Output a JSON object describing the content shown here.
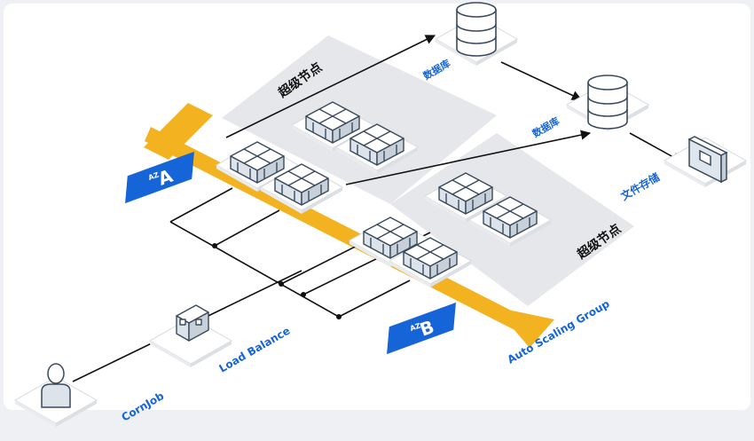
{
  "labels": {
    "super_node_top": "超级节点",
    "super_node_bottom": "超级节点",
    "database_1": "数据库",
    "database_2": "数据库",
    "file_storage": "文件存储",
    "az_a_prefix": "AZ",
    "az_a_letter": "A",
    "az_b_prefix": "AZ",
    "az_b_letter": "B",
    "load_balance": "Load Balance",
    "cronjob": "CornJob",
    "auto_scaling_group": "Auto Scaling Group"
  },
  "colors": {
    "background": "#eef0f4",
    "canvas": "#ffffff",
    "band": "#f3b21f",
    "label_blue": "#1665d8",
    "line": "#111111",
    "zone_fill": "#e6e7ea",
    "icon_stroke": "#3a4a5c"
  }
}
